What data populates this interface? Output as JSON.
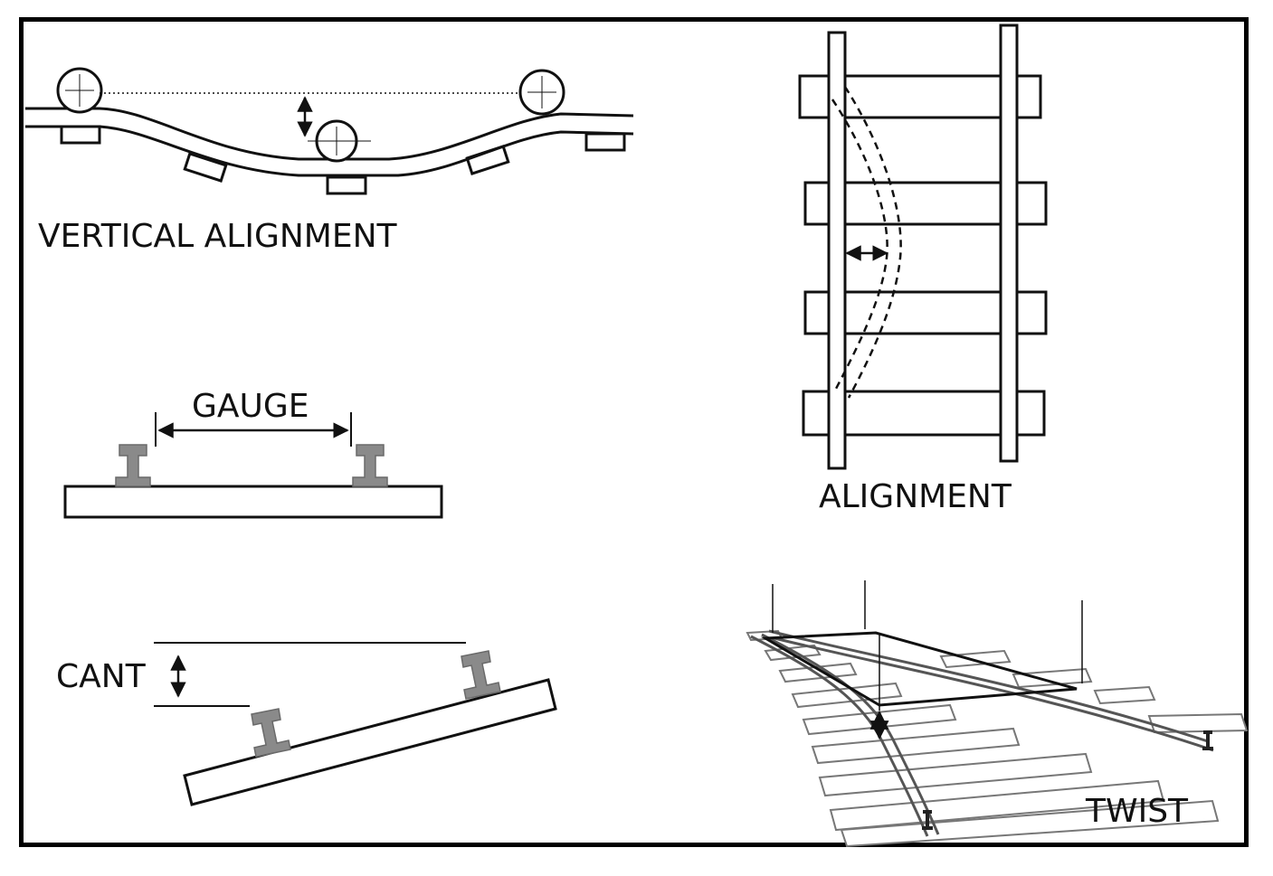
{
  "labels": {
    "vertical_alignment": "VERTICAL ALIGNMENT",
    "alignment": "ALIGNMENT",
    "gauge": "GAUGE",
    "cant": "CANT",
    "twist": "TWIST"
  },
  "colors": {
    "line": "#111111",
    "rail_fill": "#8a8a8a",
    "sleeper_fill": "#ffffff",
    "frame": "#000000"
  }
}
